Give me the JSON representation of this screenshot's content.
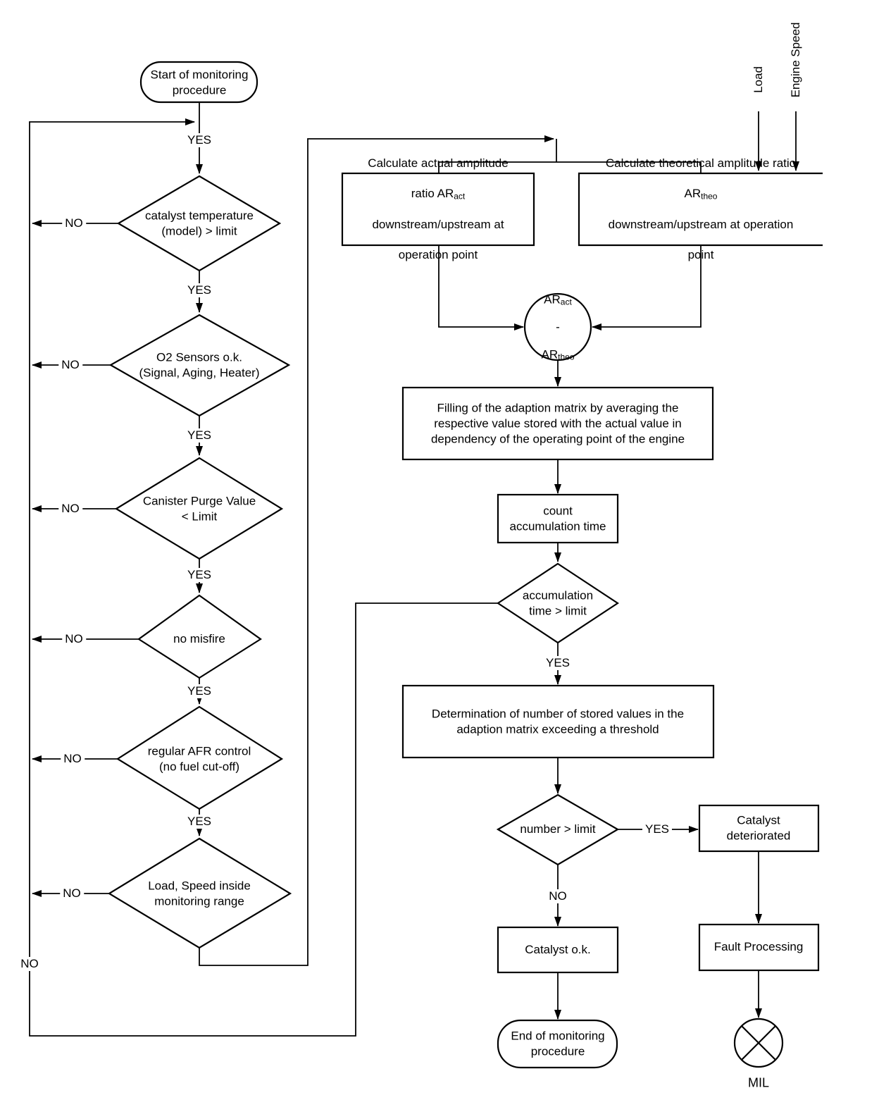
{
  "flowchart": {
    "terminals": {
      "start": [
        "Start of monitoring",
        "procedure"
      ],
      "end": [
        "End of monitoring",
        "procedure"
      ]
    },
    "decisions": {
      "catalyst_temp": [
        "catalyst temperature",
        "(model) > limit"
      ],
      "o2_sensors": [
        "O2 Sensors o.k.",
        "(Signal, Aging, Heater)"
      ],
      "canister_purge": [
        "Canister Purge Value",
        "< Limit"
      ],
      "no_misfire": [
        "no misfire"
      ],
      "afr_control": [
        "regular AFR control",
        "(no fuel cut-off)"
      ],
      "load_speed": [
        "Load, Speed inside",
        "monitoring range"
      ],
      "accumulation_time": [
        "accumulation",
        "time > limit"
      ],
      "number_limit": [
        "number > limit"
      ]
    },
    "processes": {
      "calc_actual": {
        "line1": "Calculate actual amplitude",
        "line2_main": "ratio AR",
        "line2_sub": "act",
        "line3": "downstream/upstream at",
        "line4": "operation point"
      },
      "calc_theoretical": {
        "line1": "Calculate theoretical amplitude ratio",
        "line2_main": "AR",
        "line2_sub": "theo",
        "line3": "downstream/upstream at operation",
        "line4": "point"
      },
      "filling": [
        "Filling of the adaption matrix by averaging the",
        "respective value stored with the actual value in",
        "dependency of the operating point of the engine"
      ],
      "count_time": [
        "count",
        "accumulation time"
      ],
      "determination": [
        "Determination of number of stored values in the",
        "adaption matrix exceeding a threshold"
      ],
      "catalyst_deteriorated": [
        "Catalyst",
        "deteriorated"
      ],
      "catalyst_ok": [
        "Catalyst o.k."
      ],
      "fault_processing": [
        "Fault Processing"
      ]
    },
    "junction": {
      "top_main": "AR",
      "top_sub": "act",
      "minus": "-",
      "bottom_main": "AR",
      "bottom_sub": "theo"
    },
    "inputs": {
      "load": "Load",
      "engine_speed": "Engine Speed"
    },
    "edge_labels": {
      "yes": "YES",
      "no": "NO"
    },
    "outputs": {
      "mil": "MIL"
    },
    "colors": {
      "stroke": "#000000",
      "background": "#ffffff"
    }
  }
}
